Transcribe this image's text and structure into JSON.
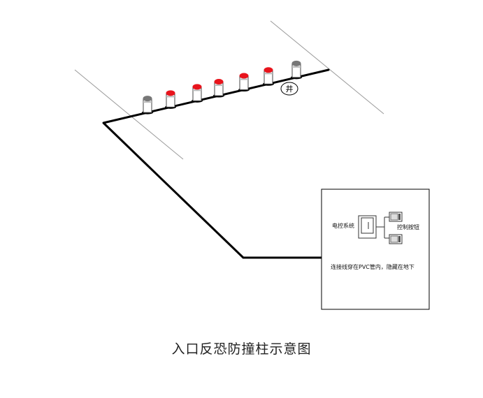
{
  "diagram": {
    "caption": "入口反恐防撞柱示意图",
    "well_marker": "井",
    "control_box": {
      "electric_label": "电控系统",
      "panel_label": "控制按钮",
      "cable_note": "连接线穿在PVC管内，隐藏在地下"
    },
    "bollards": [
      {
        "cap_color": "#777777"
      },
      {
        "cap_color": "#e8141c"
      },
      {
        "cap_color": "#e8141c"
      },
      {
        "cap_color": "#e8141c"
      },
      {
        "cap_color": "#e8141c"
      },
      {
        "cap_color": "#e8141c"
      },
      {
        "cap_color": "#777777"
      }
    ],
    "colors": {
      "line": "#000000",
      "road_edge": "#999999",
      "red_cap": "#e8141c",
      "grey_cap": "#777777"
    }
  }
}
